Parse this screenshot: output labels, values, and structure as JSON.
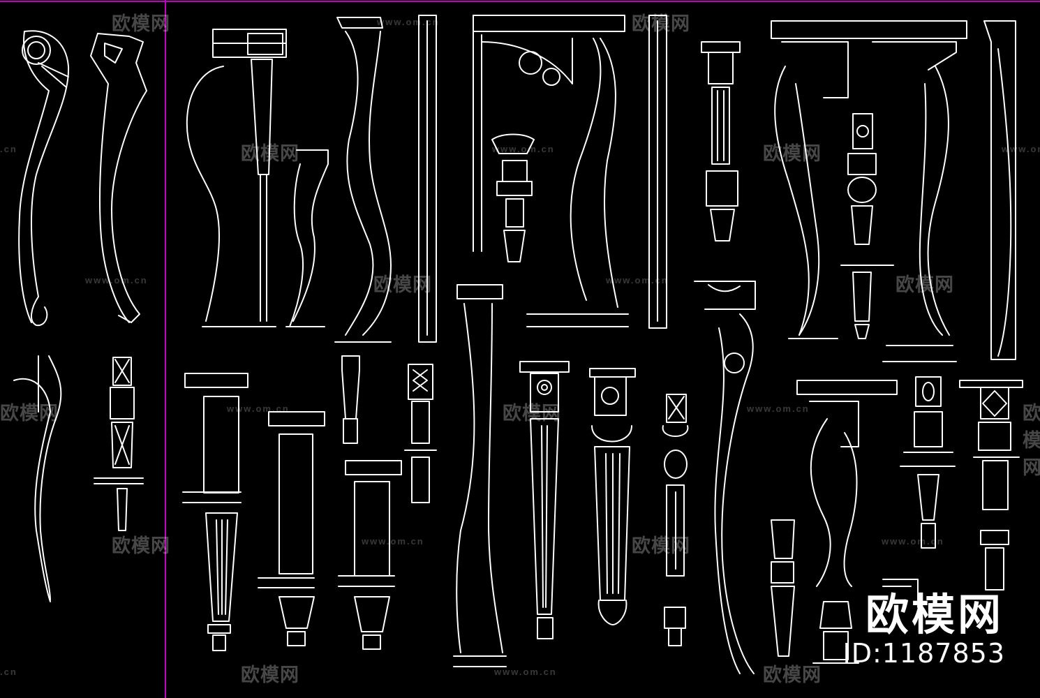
{
  "canvas": {
    "background": "#000000",
    "frame_color": "#c000c0",
    "line_color": "#ffffff"
  },
  "watermark": {
    "url_text": "www.om.cn",
    "url_fragment": "www.om.cn",
    "cn_fragment": ".cn",
    "brand_cn": "欧模网",
    "logo_icon": "sofa-icon"
  },
  "brand": {
    "name": "欧模网",
    "id_text": "ID:1187853"
  }
}
